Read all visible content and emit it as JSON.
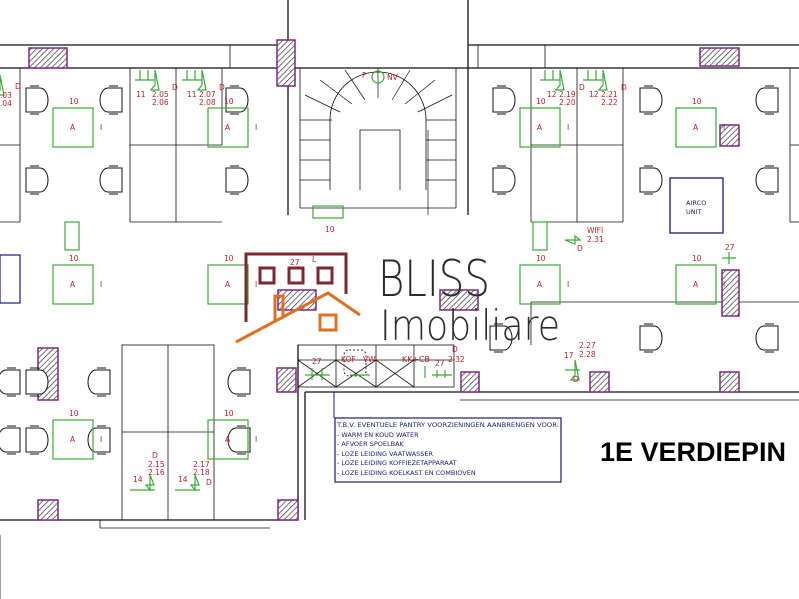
{
  "title": "1E VERDIEPIN",
  "logo": {
    "line1": "BLISS",
    "line2": "Imobiliare",
    "brand_color": "#e07020",
    "frame_color": "#7a2a30"
  },
  "note": {
    "heading": "T.B.V. EVENTUELE PANTRY VOORZIENINGEN AANBRENGEN VOOR:",
    "items": [
      "- WARM EN KOUD WATER",
      "- AFVOER SPOELBAK",
      "- LOZE LEIDING VAATWASSER",
      "- LOZE LEIDING KOFFIEZETAPPARAAT",
      "- LOZE LEIDING KOELKAST EN COMBIOVEN"
    ]
  },
  "airco": {
    "line1": "AIRCO",
    "line2": "UNIT"
  },
  "desk_label": "A",
  "desk_number": "10",
  "desk_side": "I",
  "outlets": {
    "o1": {
      "n": "11",
      "a": "2.05",
      "b": "2.06",
      "d": "D"
    },
    "o2": {
      "n": "11",
      "a": "2.07",
      "b": "2.08",
      "d": "D"
    },
    "o3": {
      "n": "12",
      "a": "2.19",
      "b": "2.20",
      "d": "D"
    },
    "o4": {
      "n": "12",
      "a": "2.21",
      "b": "2.22",
      "d": "D"
    },
    "o0": {
      "a": ".03",
      "b": ".04",
      "d": "D"
    },
    "o5": {
      "n": "14",
      "a": "2.15",
      "b": "2.16",
      "d": "D"
    },
    "o6": {
      "n": "14",
      "a": "2.17",
      "b": "2.18",
      "d": "D"
    },
    "o7": {
      "n": "17",
      "a": "2.27",
      "b": "2.28",
      "d": "D"
    },
    "wifi": {
      "label": "WIFI",
      "num": "2.31",
      "d": "D"
    }
  },
  "pantry": {
    "l27a": "27",
    "kof": "KOF",
    "vw": "VW",
    "kkcb": "KK+CB",
    "l27b": "27",
    "n232": "2.32",
    "d": "D"
  },
  "stair": {
    "nv": "NV",
    "f": "F",
    "n10": "10"
  },
  "misc": {
    "n27_logo": "27",
    "n27_right": "27",
    "l_logo": "L"
  }
}
